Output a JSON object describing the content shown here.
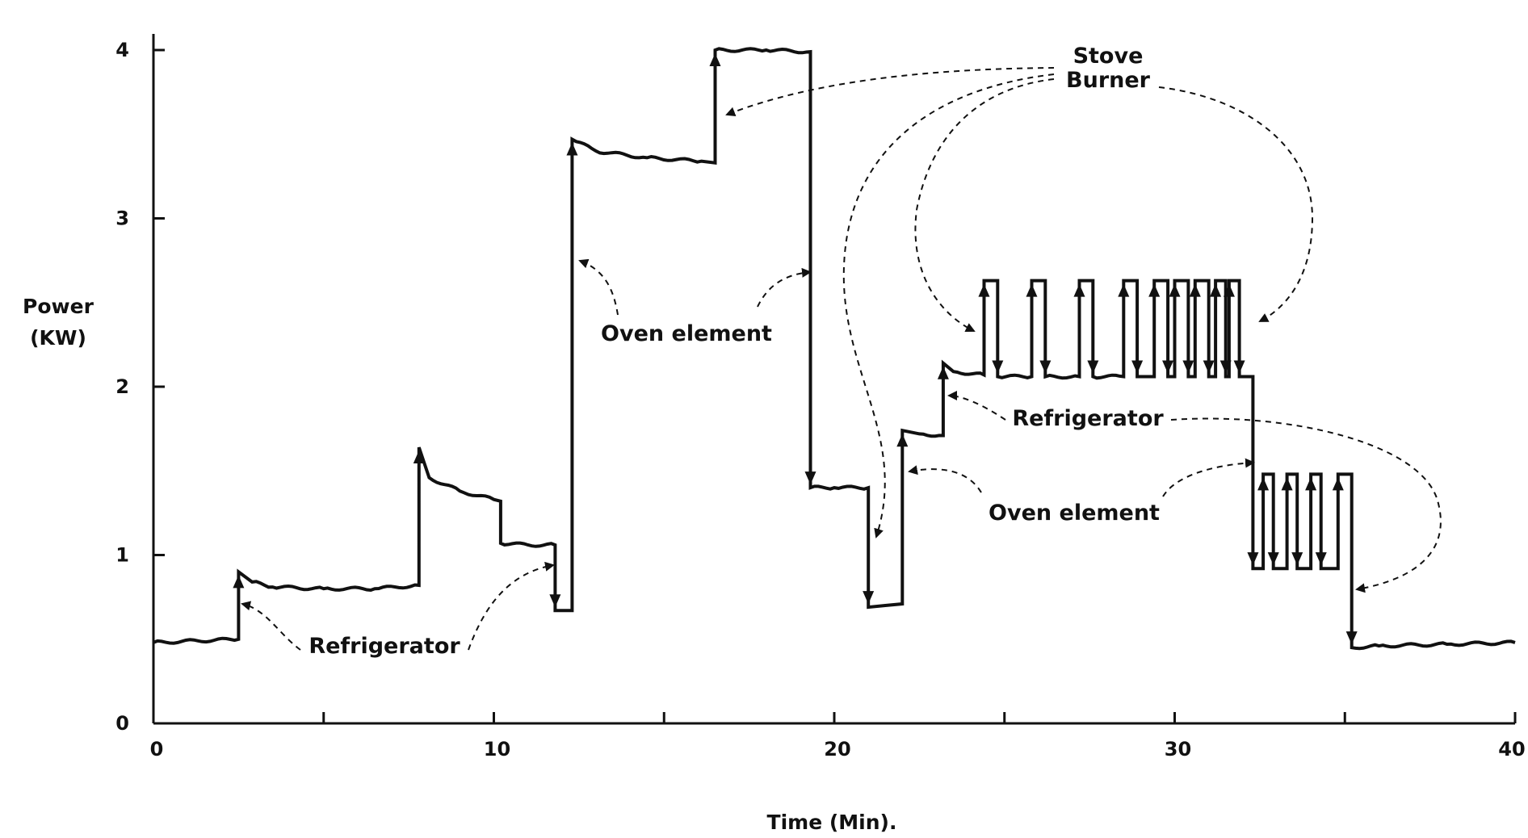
{
  "chart_data": {
    "type": "line",
    "title": "",
    "xlabel": "Time (Min).",
    "ylabel_lines": [
      "Power",
      "(KW)"
    ],
    "xlim": [
      0,
      40
    ],
    "ylim": [
      0,
      4
    ],
    "x_ticks": [
      0,
      5,
      10,
      15,
      20,
      25,
      30,
      35,
      40
    ],
    "x_tick_labels": [
      {
        "value": 0,
        "label": "0"
      },
      {
        "value": 10,
        "label": "10"
      },
      {
        "value": 20,
        "label": "20"
      },
      {
        "value": 30,
        "label": "30"
      },
      {
        "value": 40,
        "label": "40"
      }
    ],
    "y_ticks": [
      0,
      1,
      2,
      3,
      4
    ],
    "y_tick_labels": [
      {
        "value": 0,
        "label": "0"
      },
      {
        "value": 1,
        "label": "1"
      },
      {
        "value": 2,
        "label": "2"
      },
      {
        "value": 3,
        "label": "3"
      },
      {
        "value": 4,
        "label": "4"
      }
    ],
    "grid": false,
    "legend": "none",
    "series": [
      {
        "points": [
          [
            0,
            0.48
          ],
          [
            2.5,
            0.5
          ],
          [
            2.5,
            0.9
          ],
          [
            2.9,
            0.84
          ],
          [
            3.5,
            0.81
          ],
          [
            5,
            0.8
          ],
          [
            6.5,
            0.8
          ],
          [
            7.8,
            0.82
          ],
          [
            7.8,
            1.64
          ],
          [
            8.1,
            1.46
          ],
          [
            9,
            1.38
          ],
          [
            10,
            1.33
          ],
          [
            10.2,
            1.32
          ],
          [
            10.2,
            1.07
          ],
          [
            11,
            1.06
          ],
          [
            11.8,
            1.06
          ],
          [
            11.8,
            0.67
          ],
          [
            12.3,
            0.67
          ],
          [
            12.3,
            3.47
          ],
          [
            13,
            3.4
          ],
          [
            14.5,
            3.36
          ],
          [
            16.1,
            3.34
          ],
          [
            16.5,
            3.33
          ],
          [
            16.5,
            4.0
          ],
          [
            18,
            4.0
          ],
          [
            19.3,
            3.99
          ],
          [
            19.3,
            1.4
          ],
          [
            20,
            1.4
          ],
          [
            21,
            1.4
          ],
          [
            21,
            0.69
          ],
          [
            21.5,
            0.7
          ],
          [
            22,
            0.71
          ],
          [
            22,
            1.74
          ],
          [
            22.5,
            1.72
          ],
          [
            23.2,
            1.71
          ],
          [
            23.2,
            2.14
          ],
          [
            23.5,
            2.09
          ],
          [
            24.4,
            2.07
          ],
          [
            24.4,
            2.63
          ],
          [
            24.8,
            2.63
          ],
          [
            24.8,
            2.06
          ],
          [
            25.8,
            2.06
          ],
          [
            25.8,
            2.63
          ],
          [
            26.2,
            2.63
          ],
          [
            26.2,
            2.06
          ],
          [
            27.2,
            2.06
          ],
          [
            27.2,
            2.63
          ],
          [
            27.6,
            2.63
          ],
          [
            27.6,
            2.06
          ],
          [
            28.5,
            2.06
          ],
          [
            28.5,
            2.63
          ],
          [
            28.9,
            2.63
          ],
          [
            28.9,
            2.06
          ],
          [
            29.4,
            2.06
          ],
          [
            29.4,
            2.63
          ],
          [
            29.8,
            2.63
          ],
          [
            29.8,
            2.06
          ],
          [
            30,
            2.06
          ],
          [
            30,
            2.63
          ],
          [
            30.4,
            2.63
          ],
          [
            30.4,
            2.06
          ],
          [
            30.6,
            2.06
          ],
          [
            30.6,
            2.63
          ],
          [
            31,
            2.63
          ],
          [
            31,
            2.06
          ],
          [
            31.2,
            2.06
          ],
          [
            31.2,
            2.63
          ],
          [
            31.5,
            2.63
          ],
          [
            31.5,
            2.06
          ],
          [
            31.6,
            2.06
          ],
          [
            31.6,
            2.63
          ],
          [
            31.9,
            2.63
          ],
          [
            31.9,
            2.06
          ],
          [
            32.3,
            2.06
          ],
          [
            32.3,
            0.92
          ],
          [
            32.6,
            0.92
          ],
          [
            32.6,
            1.48
          ],
          [
            32.9,
            1.48
          ],
          [
            32.9,
            0.92
          ],
          [
            33.3,
            0.92
          ],
          [
            33.3,
            1.48
          ],
          [
            33.6,
            1.48
          ],
          [
            33.6,
            0.92
          ],
          [
            34,
            0.92
          ],
          [
            34,
            1.48
          ],
          [
            34.3,
            1.48
          ],
          [
            34.3,
            0.92
          ],
          [
            34.8,
            0.92
          ],
          [
            34.8,
            1.48
          ],
          [
            35.2,
            1.48
          ],
          [
            35.2,
            0.45
          ],
          [
            36,
            0.46
          ],
          [
            38,
            0.47
          ],
          [
            40,
            0.48
          ]
        ]
      }
    ],
    "annotations": [
      {
        "lines": [
          "Stove",
          "Burner"
        ],
        "label_at": [
          29.5,
          4.0
        ]
      },
      {
        "lines": [
          "Oven element"
        ],
        "label_at": [
          15.2,
          2.26
        ]
      },
      {
        "lines": [
          "Refrigerator"
        ],
        "label_at": [
          6.7,
          0.44
        ]
      },
      {
        "lines": [
          "Refrigerator"
        ],
        "label_at": [
          27.3,
          1.8
        ]
      },
      {
        "lines": [
          "Oven element"
        ],
        "label_at": [
          26.4,
          1.19
        ]
      }
    ]
  }
}
